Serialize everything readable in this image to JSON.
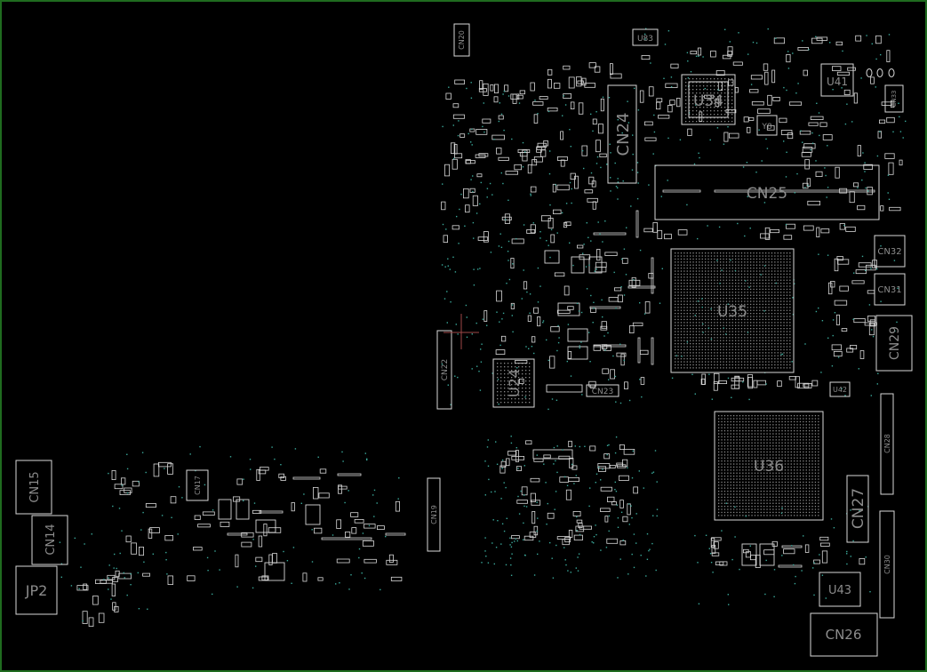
{
  "viewer": {
    "frame_color": "#1f6b1f",
    "outline_color": "#d8d8d8",
    "label_color": "#8c8c8c",
    "via_color": "#3aa89a",
    "cursor_color": "#a04848"
  },
  "components": [
    {
      "key": "cn20",
      "label": "CN20"
    },
    {
      "key": "u83",
      "label": "U83"
    },
    {
      "key": "u34",
      "label": "U34"
    },
    {
      "key": "u41",
      "label": "U41"
    },
    {
      "key": "cn33",
      "label": "CN33"
    },
    {
      "key": "y8",
      "label": "Y8"
    },
    {
      "key": "cn24",
      "label": "CN24"
    },
    {
      "key": "cn25",
      "label": "CN25"
    },
    {
      "key": "cn32",
      "label": "CN32"
    },
    {
      "key": "cn31",
      "label": "CN31"
    },
    {
      "key": "u35",
      "label": "U35"
    },
    {
      "key": "cn29",
      "label": "CN29"
    },
    {
      "key": "u24",
      "label": "U24"
    },
    {
      "key": "cn23",
      "label": "CN23"
    },
    {
      "key": "u42",
      "label": "U42"
    },
    {
      "key": "cn22",
      "label": "CN22"
    },
    {
      "key": "u36",
      "label": "U36"
    },
    {
      "key": "cn28",
      "label": "CN28"
    },
    {
      "key": "cn27",
      "label": "CN27"
    },
    {
      "key": "cn30",
      "label": "CN30"
    },
    {
      "key": "u43",
      "label": "U43"
    },
    {
      "key": "cn26",
      "label": "CN26"
    },
    {
      "key": "cn19",
      "label": "CN19"
    },
    {
      "key": "cn17",
      "label": "CN17"
    },
    {
      "key": "cn15",
      "label": "CN15"
    },
    {
      "key": "cn14",
      "label": "CN14"
    },
    {
      "key": "jp2",
      "label": "JP2"
    }
  ]
}
